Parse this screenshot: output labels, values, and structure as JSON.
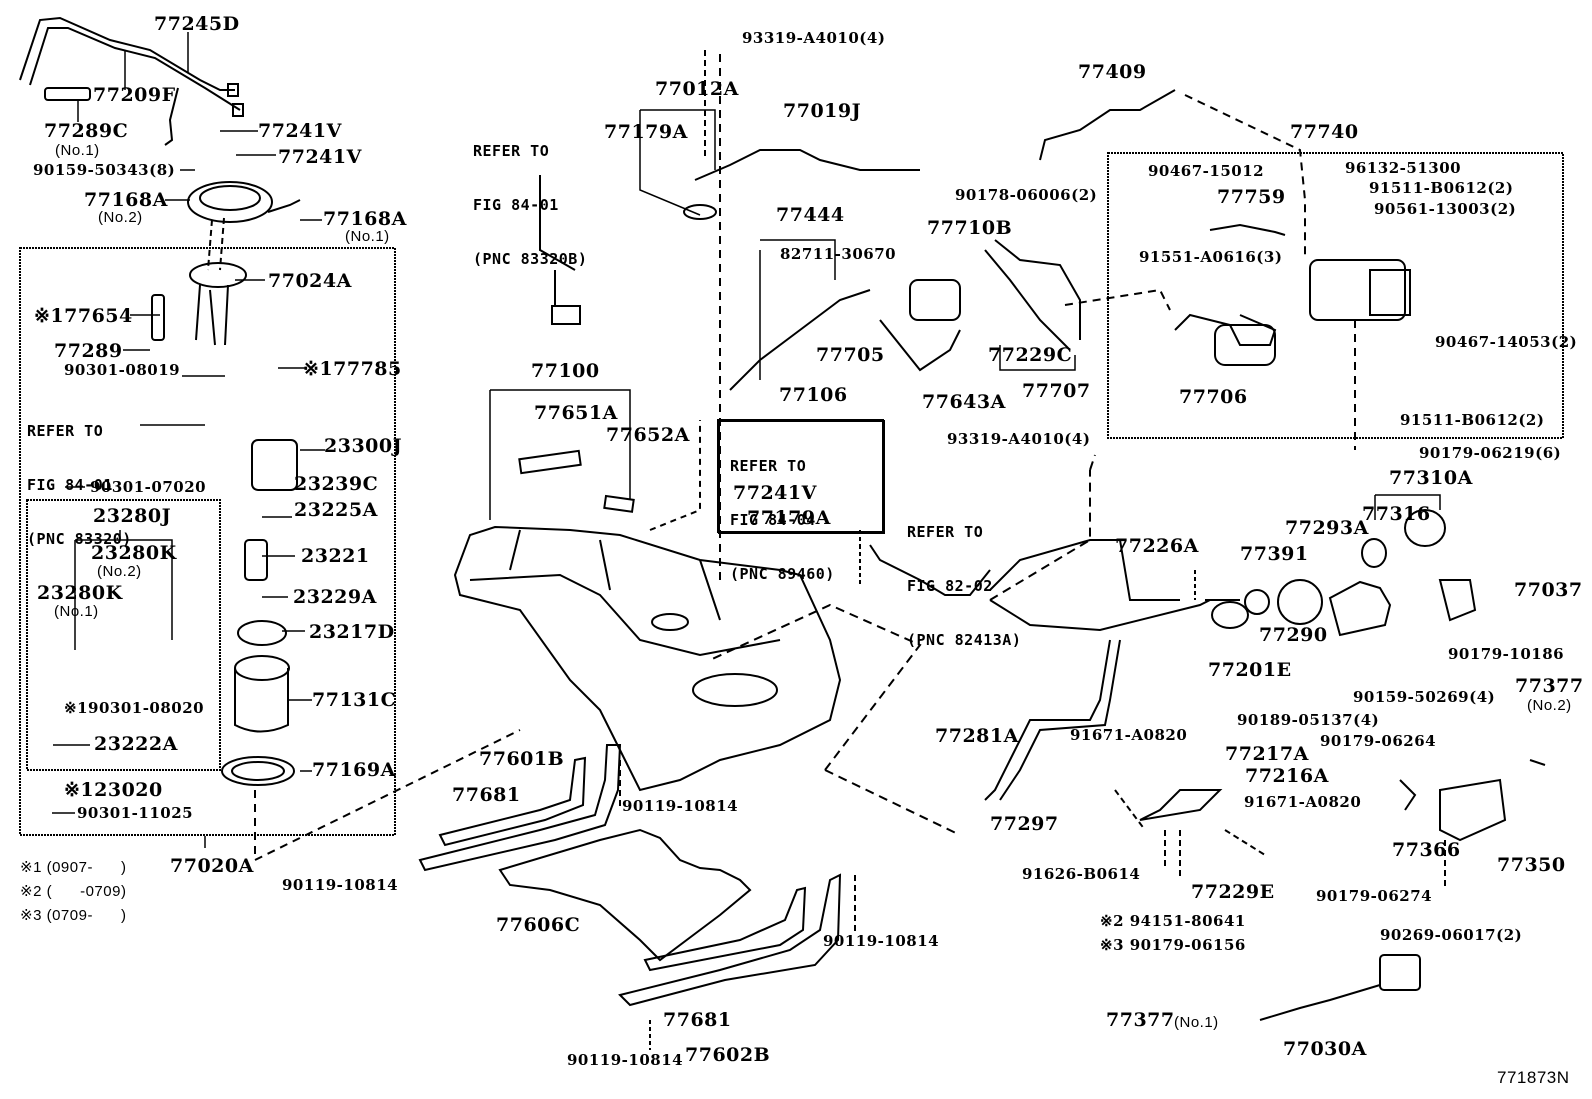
{
  "diagram": {
    "title": "Fuel Tank & Tube Parts Diagram",
    "figure_code": "771873N",
    "legend": [
      {
        "mark": "※1",
        "range": "(0907-      )"
      },
      {
        "mark": "※2",
        "range": "(      -0709)"
      },
      {
        "mark": "※3",
        "range": "(0709-      )"
      }
    ],
    "references": [
      {
        "id": "ref-84-01-83320B",
        "lines": [
          "REFER TO",
          "FIG 84-01",
          "(PNC 83320B)"
        ]
      },
      {
        "id": "ref-84-01-83320",
        "lines": [
          "REFER TO",
          "FIG 84-01",
          "(PNC 83320)"
        ]
      },
      {
        "id": "ref-84-04-89460",
        "lines": [
          "REFER TO",
          "FIG 84-04",
          "(PNC 89460)"
        ]
      },
      {
        "id": "ref-82-02-82413A",
        "lines": [
          "REFER TO",
          "FIG 82-02",
          "(PNC 82413A)"
        ]
      }
    ],
    "parts": {
      "p77245D": "77245D",
      "p77209F": "77209F",
      "p77289C": "77289C",
      "p77289C_sub": "(No.1)",
      "p77241V_a": "77241V",
      "p77241V_b": "77241V",
      "p90159_50343": "90159-50343(8)",
      "p77168A_no2": "77168A",
      "p77168A_no2_sub": "(No.2)",
      "p77168A_no1": "77168A",
      "p77168A_no1_sub": "(No.1)",
      "p77024A": "77024A",
      "p177654": "※177654",
      "p77289": "77289",
      "p90301_08019": "90301-08019",
      "p177785": "※177785",
      "p23300J": "23300J",
      "p90301_07020": "90301-07020",
      "p23239C": "23239C",
      "p23280J": "23280J",
      "p23225A": "23225A",
      "p23280K_no2": "23280K",
      "p23280K_no2_sub": "(No.2)",
      "p23280K_no1": "23280K",
      "p23280K_no1_sub": "(No.1)",
      "p23221": "23221",
      "p23229A": "23229A",
      "p23217D": "23217D",
      "p77131C": "77131C",
      "p190301_08020": "※190301-08020",
      "p23222A": "23222A",
      "p77169A": "77169A",
      "p123020": "※123020",
      "p90301_11025": "90301-11025",
      "p77020A": "77020A",
      "p93319_A4010_top": "93319-A4010(4)",
      "p77012A": "77012A",
      "p77179A_top": "77179A",
      "p77019J": "77019J",
      "p90178_06006": "90178-06006(2)",
      "p77444": "77444",
      "p82711_30670": "82711-30670",
      "p77710B": "77710B",
      "p77705": "77705",
      "p77229C": "77229C",
      "p77707": "77707",
      "p77100": "77100",
      "p77651A": "77651A",
      "p77652A": "77652A",
      "p77106": "77106",
      "p77643A": "77643A",
      "p93319_A4010_mid": "93319-A4010(4)",
      "p77241V_c": "77241V",
      "p77179A_mid": "77179A",
      "p77409": "77409",
      "p77740": "77740",
      "p90467_15012": "90467-15012",
      "p96132_51300": "96132-51300",
      "p77759": "77759",
      "p91511_B0612_top": "91511-B0612(2)",
      "p90561_13003": "90561-13003(2)",
      "p91551_A0616": "91551-A0616(3)",
      "p90467_14053": "90467-14053(2)",
      "p77706": "77706",
      "p91511_B0612_bot": "91511-B0612(2)",
      "p90179_06219": "90179-06219(6)",
      "p77310A": "77310A",
      "p77316": "77316",
      "p77293A": "77293A",
      "p77226A": "77226A",
      "p77391": "77391",
      "p77037": "77037",
      "p77290": "77290",
      "p77201E": "77201E",
      "p90179_10186": "90179-10186",
      "p90159_50269": "90159-50269(4)",
      "p90189_05137": "90189-05137(4)",
      "p77377_no2": "77377",
      "p77377_no2_sub": "(No.2)",
      "p90179_06264": "90179-06264",
      "p77281A": "77281A",
      "p91671_A0820_a": "91671-A0820",
      "p77217A": "77217A",
      "p77216A": "77216A",
      "p91671_A0820_b": "91671-A0820",
      "p77297": "77297",
      "p77366": "77366",
      "p77350": "77350",
      "p91626_B0614": "91626-B0614",
      "p77229E": "77229E",
      "p94151_80641": "※2 94151-80641",
      "p90179_06156": "※3 90179-06156",
      "p90179_06274": "90179-06274",
      "p90269_06017": "90269-06017(2)",
      "p77377_no1": "77377",
      "p77377_no1_sub": "(No.1)",
      "p77030A": "77030A",
      "p77601B": "77601B",
      "p77681_a": "77681",
      "p90119_10814_a": "90119-10814",
      "p90119_10814_b": "90119-10814",
      "p77606C": "77606C",
      "p90119_10814_c": "90119-10814",
      "p77681_b": "77681",
      "p90119_10814_d": "90119-10814",
      "p77602B": "77602B"
    }
  }
}
